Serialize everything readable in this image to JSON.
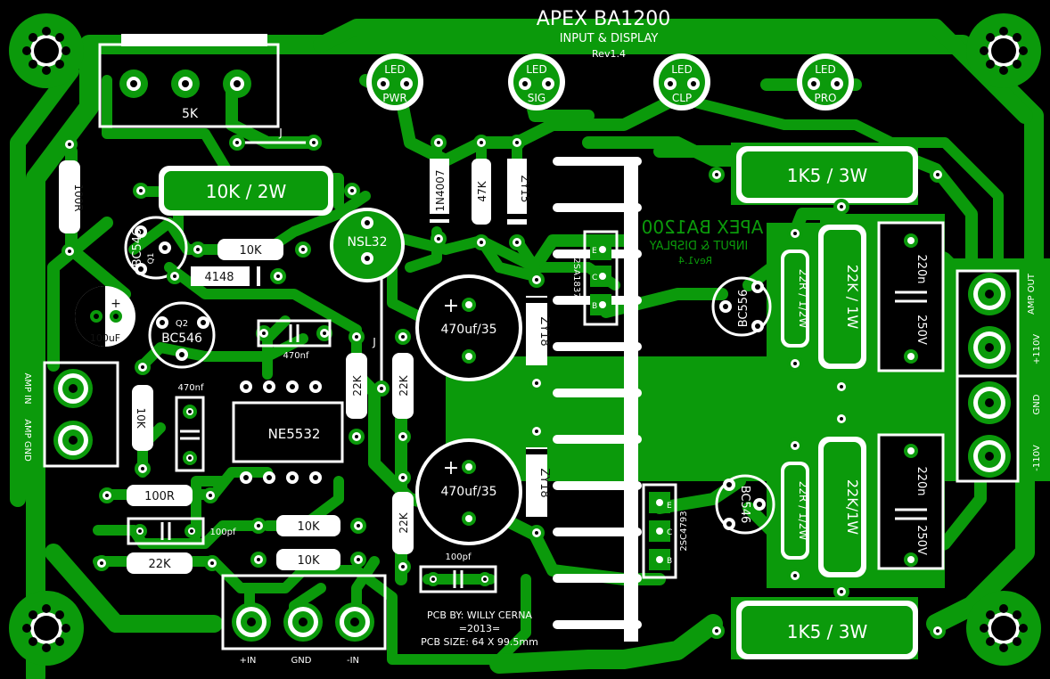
{
  "board": {
    "title": "APEX BA1200",
    "subtitle": "INPUT & DISPLAY",
    "revision": "Rev1.4",
    "credits": {
      "line1": "PCB BY: WILLY CERNA",
      "line2": "=2013=",
      "line3": "PCB SIZE: 64 X 99.5mm"
    }
  },
  "leds": [
    {
      "top": "LED",
      "bottom": "PWR"
    },
    {
      "top": "LED",
      "bottom": "SIG"
    },
    {
      "top": "LED",
      "bottom": "CLP"
    },
    {
      "top": "LED",
      "bottom": "PRO"
    }
  ],
  "components": {
    "pot": "5K",
    "jumper1": "J",
    "jumper2": "J",
    "r_100r_v": "100R",
    "r_10k_2w": "10K / 2W",
    "q1": "BC546",
    "q1_pin": "Q1",
    "r_10k_a": "10K",
    "d_4148": "4148",
    "nsl": "NSL32",
    "d_1n4007": "1N4007",
    "r_47k": "47K",
    "zy15": "ZY15",
    "cap_100uf": "100uF",
    "cap_100uf_plus": "+",
    "q2": "BC546",
    "q2_pin": "Q2",
    "c_470nf_a": "470nf",
    "c_470nf_b": "470nf",
    "r_22k_a": "22K",
    "r_22k_b": "22K",
    "r_10k_v": "10K",
    "ic": "NE5532",
    "cap_470uf_a": "470uf/35",
    "cap_470uf_b": "470uf/35",
    "plus_a": "+",
    "plus_b": "+",
    "zy18_a": "ZY18",
    "zy18_b": "ZY18",
    "r_22k_c": "22K",
    "r_100r_h": "100R",
    "c_100pf_a": "100pf",
    "r_22k_d": "22K",
    "r_10k_b": "10K",
    "r_10k_c": "10K",
    "c_100pf_b": "100pf",
    "t_2sa1837": "2SA1837",
    "t_2sc4793": "2SC4793",
    "bc556": "BC556",
    "bc546_r": "BC546",
    "r_1k5_a": "1K5 / 3W",
    "r_1k5_b": "1K5 / 3W",
    "r_22r_a": "22R / 1/2W",
    "r_22r_b": "22R / 1/2W",
    "r_22k_1w_a": "22K / 1W",
    "r_22k_1w_b": "22K/1W",
    "c_220n_a": "220n",
    "c_250v_a": "250V",
    "c_220n_b": "220n",
    "c_250v_b": "250V",
    "pin_e": "E",
    "pin_b": "B",
    "pin_c": "C"
  },
  "connectors": {
    "amp_in": "AMP IN",
    "amp_gnd": "AMP GND",
    "amp_out": "AMP OUT",
    "plus110": "+110V",
    "gnd": "GND",
    "minus110": "-110V",
    "in_plus": "+IN",
    "in_gnd": "GND",
    "in_minus": "-IN"
  },
  "mirror_text": {
    "line1": "APEX BA1200",
    "line2": "INPUT & DISPLAY",
    "line3": "Rev1.4"
  }
}
